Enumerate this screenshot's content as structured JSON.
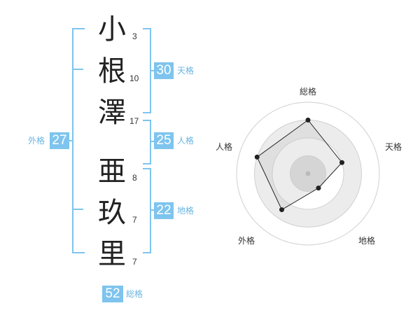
{
  "name": {
    "kanji": [
      {
        "char": "小",
        "strokes": "3"
      },
      {
        "char": "根",
        "strokes": "10"
      },
      {
        "char": "澤",
        "strokes": "17"
      },
      {
        "char": "亜",
        "strokes": "8"
      },
      {
        "char": "玖",
        "strokes": "7"
      },
      {
        "char": "里",
        "strokes": "7"
      }
    ]
  },
  "fortune": {
    "tenkaku": {
      "value": "30",
      "label": "天格"
    },
    "jinkaku": {
      "value": "25",
      "label": "人格"
    },
    "chikaku": {
      "value": "22",
      "label": "地格"
    },
    "gaikaku": {
      "value": "27",
      "label": "外格"
    },
    "soukaku": {
      "value": "52",
      "label": "総格"
    }
  },
  "chart_data": {
    "type": "radar",
    "axes": [
      "総格",
      "天格",
      "地格",
      "外格",
      "人格"
    ],
    "values": [
      3,
      2,
      1,
      2.5,
      3
    ],
    "max": 4,
    "rings": 4
  }
}
